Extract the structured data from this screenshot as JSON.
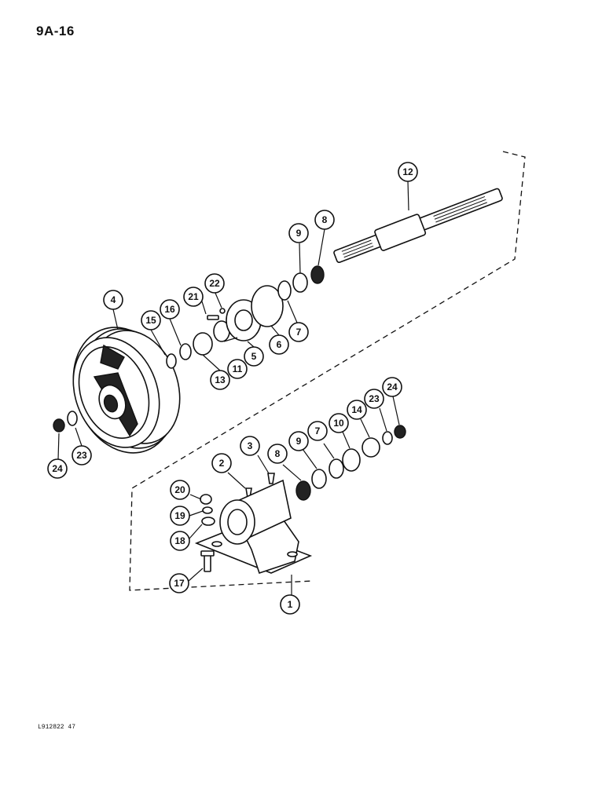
{
  "page": {
    "label": "9A-16",
    "figure_code": "L912822 47"
  },
  "callouts": {
    "c1": "1",
    "c2": "2",
    "c3": "3",
    "c4": "4",
    "c5": "5",
    "c6": "6",
    "c7a": "7",
    "c7b": "7",
    "c8a": "8",
    "c8b": "8",
    "c9a": "9",
    "c9b": "9",
    "c10": "10",
    "c11": "11",
    "c12": "12",
    "c13": "13",
    "c14": "14",
    "c15": "15",
    "c16": "16",
    "c17": "17",
    "c18": "18",
    "c19": "19",
    "c20": "20",
    "c21": "21",
    "c22": "22",
    "c23a": "23",
    "c23b": "23",
    "c24a": "24",
    "c24b": "24"
  }
}
